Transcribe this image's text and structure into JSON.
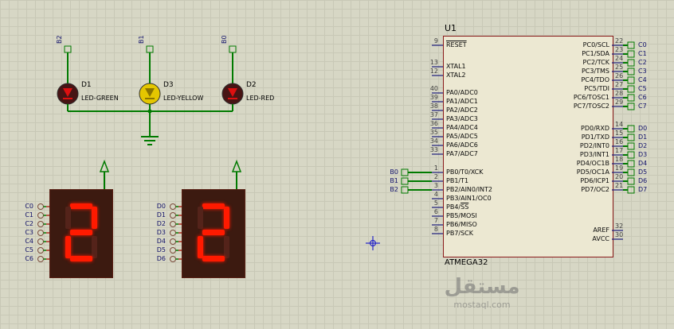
{
  "watermark": {
    "title": "مستقل",
    "subtitle": "mostaql.com"
  },
  "chip": {
    "ref": "U1",
    "part": "ATMEGA32",
    "left_groups": [
      {
        "pins": [
          {
            "num": "9",
            "over": "RESET"
          }
        ]
      },
      {
        "pins": [
          {
            "num": "13",
            "name": "XTAL1"
          },
          {
            "num": "12",
            "name": "XTAL2"
          }
        ]
      },
      {
        "pins": [
          {
            "num": "40",
            "name": "PA0/ADC0"
          },
          {
            "num": "39",
            "name": "PA1/ADC1"
          },
          {
            "num": "38",
            "name": "PA2/ADC2"
          },
          {
            "num": "37",
            "name": "PA3/ADC3"
          },
          {
            "num": "36",
            "name": "PA4/ADC4"
          },
          {
            "num": "35",
            "name": "PA5/ADC5"
          },
          {
            "num": "34",
            "name": "PA6/ADC6"
          },
          {
            "num": "33",
            "name": "PA7/ADC7"
          }
        ]
      },
      {
        "pins": [
          {
            "num": "1",
            "name": "PB0/T0/XCK",
            "net": "B0"
          },
          {
            "num": "2",
            "name": "PB1/T1",
            "net": "B1"
          },
          {
            "num": "3",
            "name": "PB2/AIN0/INT2",
            "net": "B2"
          },
          {
            "num": "4",
            "name": "PB3/AIN1/OC0"
          },
          {
            "num": "5",
            "name": "PB4/",
            "over": "SS"
          },
          {
            "num": "6",
            "name": "PB5/MOSI"
          },
          {
            "num": "7",
            "name": "PB6/MISO"
          },
          {
            "num": "8",
            "name": "PB7/SCK"
          }
        ]
      }
    ],
    "right_groups": [
      {
        "pins": [
          {
            "num": "22",
            "name": "PC0/SCL",
            "net": "C0"
          },
          {
            "num": "23",
            "name": "PC1/SDA",
            "net": "C1"
          },
          {
            "num": "24",
            "name": "PC2/TCK",
            "net": "C2"
          },
          {
            "num": "25",
            "name": "PC3/TMS",
            "net": "C3"
          },
          {
            "num": "26",
            "name": "PC4/TDO",
            "net": "C4"
          },
          {
            "num": "27",
            "name": "PC5/TDI",
            "net": "C5"
          },
          {
            "num": "28",
            "name": "PC6/TOSC1",
            "net": "C6"
          },
          {
            "num": "29",
            "name": "PC7/TOSC2",
            "net": "C7"
          }
        ]
      },
      {
        "pins": [
          {
            "num": "14",
            "name": "PD0/RXD",
            "net": "D0"
          },
          {
            "num": "15",
            "name": "PD1/TXD",
            "net": "D1"
          },
          {
            "num": "16",
            "name": "PD2/INT0",
            "net": "D2"
          },
          {
            "num": "17",
            "name": "PD3/INT1",
            "net": "D3"
          },
          {
            "num": "18",
            "name": "PD4/OC1B",
            "net": "D4"
          },
          {
            "num": "19",
            "name": "PD5/OC1A",
            "net": "D5"
          },
          {
            "num": "20",
            "name": "PD6/ICP1",
            "net": "D6"
          },
          {
            "num": "21",
            "name": "PD7/OC2",
            "net": "D7"
          }
        ]
      },
      {
        "pins": [
          {
            "num": "32",
            "name": "AREF"
          },
          {
            "num": "30",
            "name": "AVCC"
          }
        ]
      }
    ]
  },
  "leds": [
    {
      "ref": "D1",
      "model": "LED-GREEN",
      "net": "B2",
      "body_color": "#471414",
      "symbol_color": "#dd1010"
    },
    {
      "ref": "D3",
      "model": "LED-YELLOW",
      "net": "B1",
      "body_color": "#e4c600",
      "symbol_color": "#8a7400"
    },
    {
      "ref": "D2",
      "model": "LED-RED",
      "net": "B0",
      "body_color": "#471414",
      "symbol_color": "#dd1010"
    }
  ],
  "displays": [
    {
      "digit": "2",
      "pins": [
        "C0",
        "C1",
        "C2",
        "C3",
        "C4",
        "C5",
        "C6"
      ]
    },
    {
      "digit": "2",
      "pins": [
        "D0",
        "D1",
        "D2",
        "D3",
        "D4",
        "D5",
        "D6"
      ]
    }
  ],
  "colors": {
    "wire": "#007a00",
    "pin_stub": "#1a1a7a",
    "terminal": "#007a00",
    "chip_fill": "#ece8d2",
    "chip_border": "#8a1a1a",
    "display_body": "#3c1a10",
    "segment_lit": "#ff1a00",
    "segment_unlit": "#54231a",
    "net_label": "#10106a",
    "crosshair": "#2828c8",
    "watermark": "#6f6f6f"
  }
}
